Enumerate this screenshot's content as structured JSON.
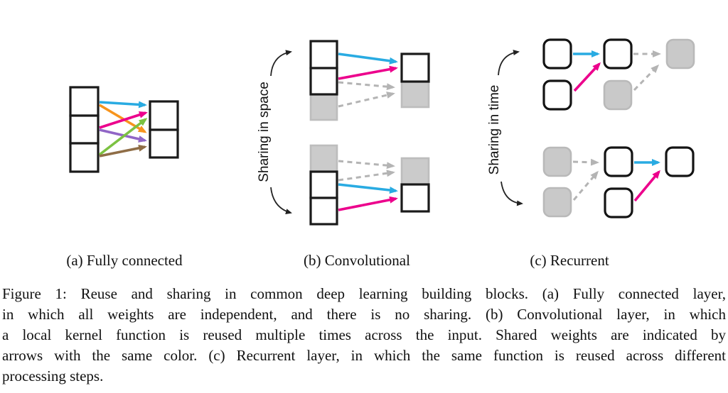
{
  "colors": {
    "cyan": "#29ABE2",
    "magenta": "#EC008C",
    "orange": "#F7941D",
    "purple": "#9166C6",
    "green": "#7CC242",
    "brown": "#8F6D46",
    "gray_arrow": "#B4B4B4",
    "black_arrow": "#222222"
  },
  "panel_a": {
    "caption": "(a) Fully connected"
  },
  "panel_b": {
    "caption": "(b) Convolutional",
    "label": "Sharing in space"
  },
  "panel_c": {
    "caption": "(c) Recurrent",
    "label": "Sharing in time"
  },
  "caption": {
    "lines": [
      "Figure 1: Reuse and sharing in common deep learning building blocks. (a) Fully connected layer,",
      "in which all weights are independent, and there is no sharing. (b) Convolutional layer, in which",
      "a local kernel function is reused multiple times across the input. Shared weights are indicated by",
      "arrows with the same color. (c) Recurrent layer, in which the same function is reused across different",
      "processing steps."
    ]
  }
}
